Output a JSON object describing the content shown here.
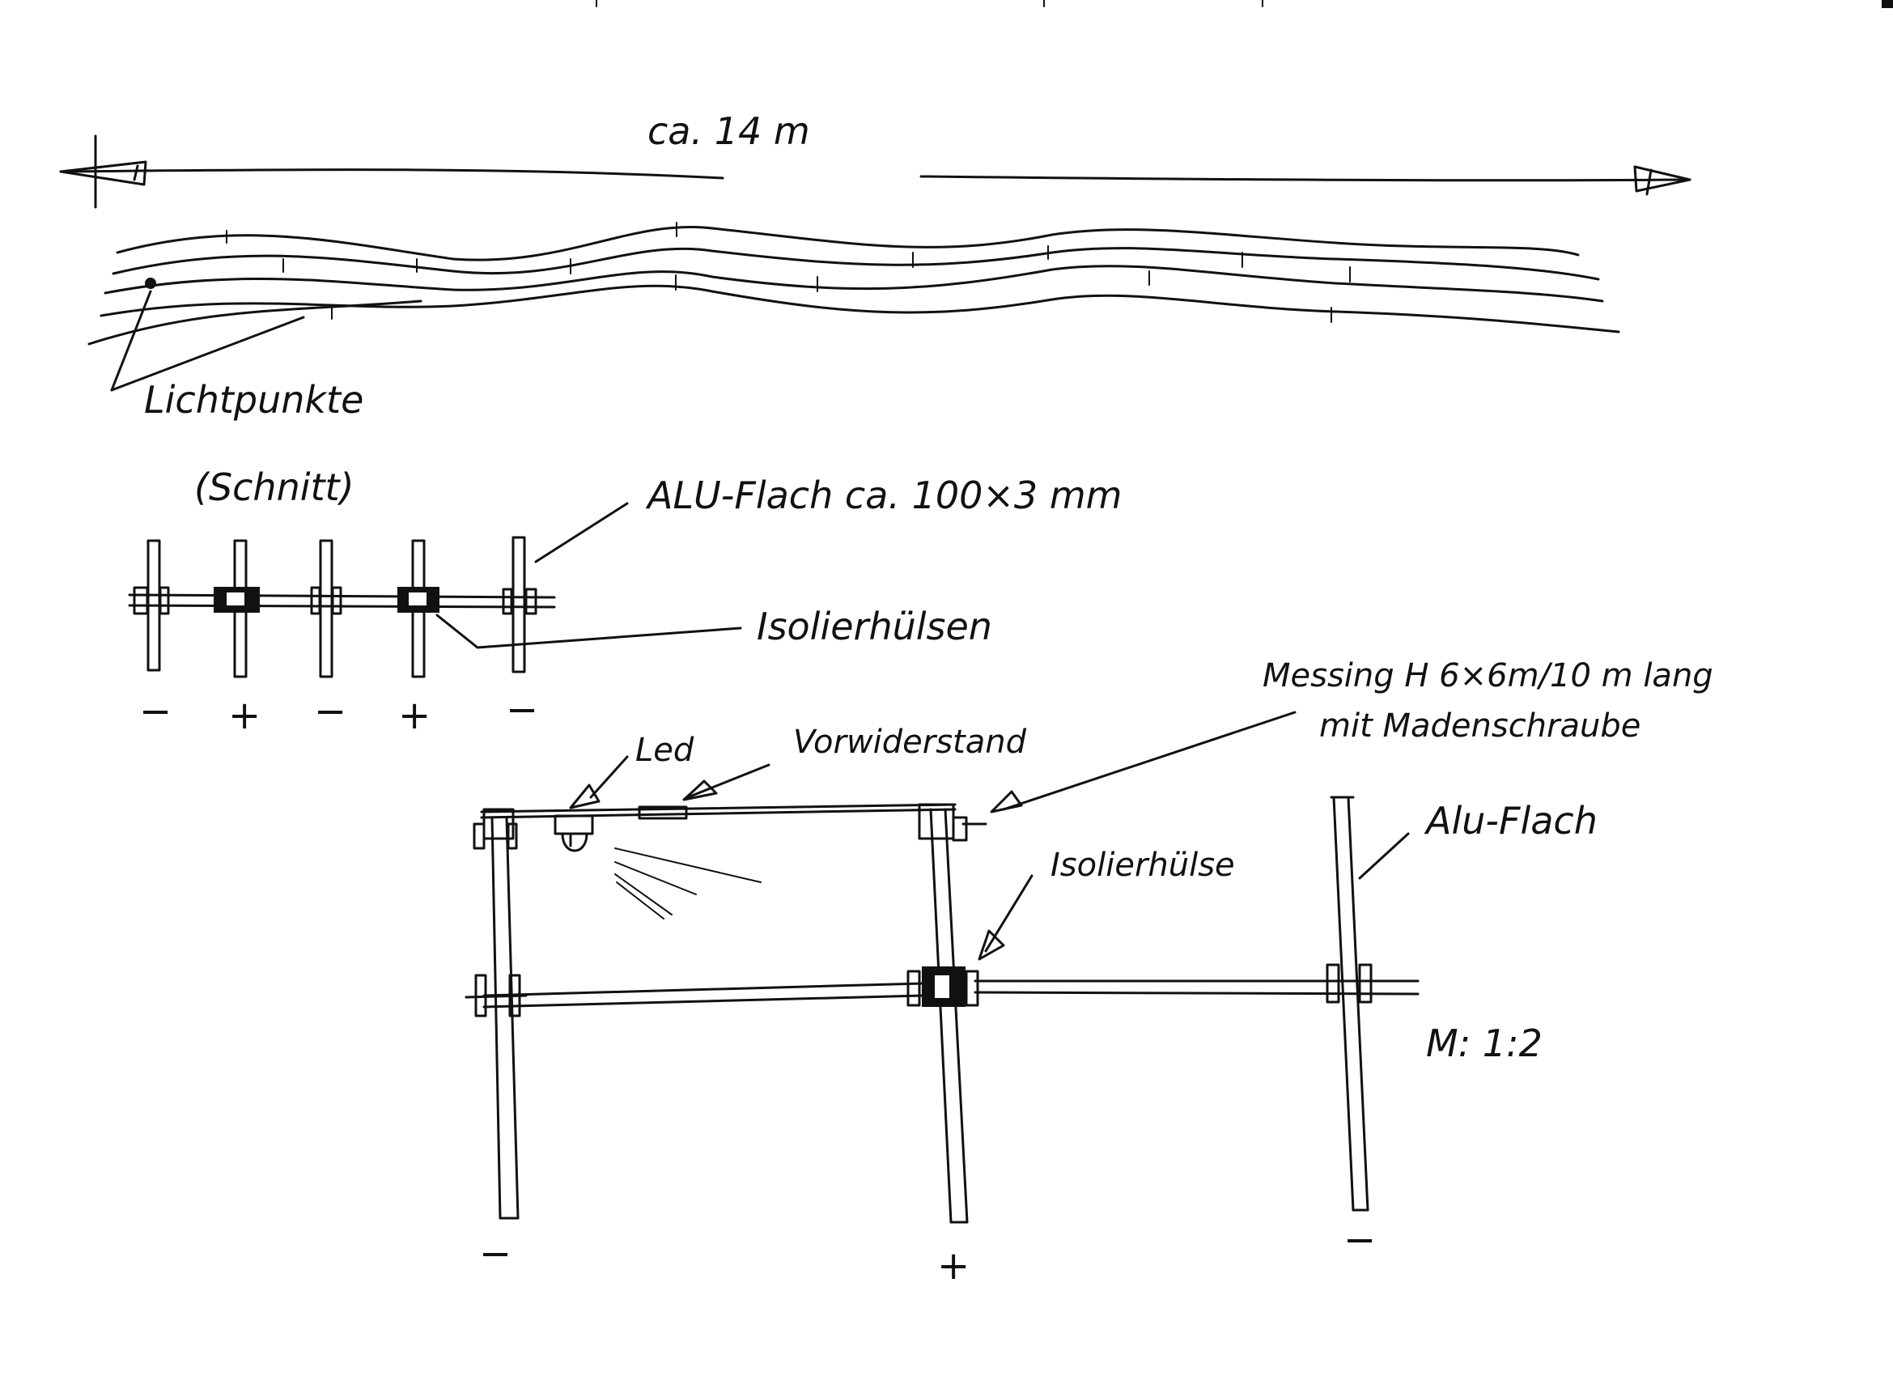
{
  "overview": {
    "length_label": "ca. 14 m",
    "light_points_label": "Lichtpunkte"
  },
  "section": {
    "title": "(Schnitt)",
    "alu_label": "ALU-Flach ca. 100×3 mm",
    "sleeves_label": "Isolierhülsen",
    "polarities": [
      "−",
      "+",
      "−",
      "+",
      "−"
    ]
  },
  "detail": {
    "led_label": "Led",
    "resistor_label": "Vorwiderstand",
    "brass_label_line1": "Messing H 6×6m/10 m lang",
    "brass_label_line2": "mit Madenschraube",
    "alu_label": "Alu-Flach",
    "sleeve_label": "Isolierhülse",
    "scale_label": "M: 1:2",
    "polarities": [
      "−",
      "+",
      "−"
    ]
  }
}
